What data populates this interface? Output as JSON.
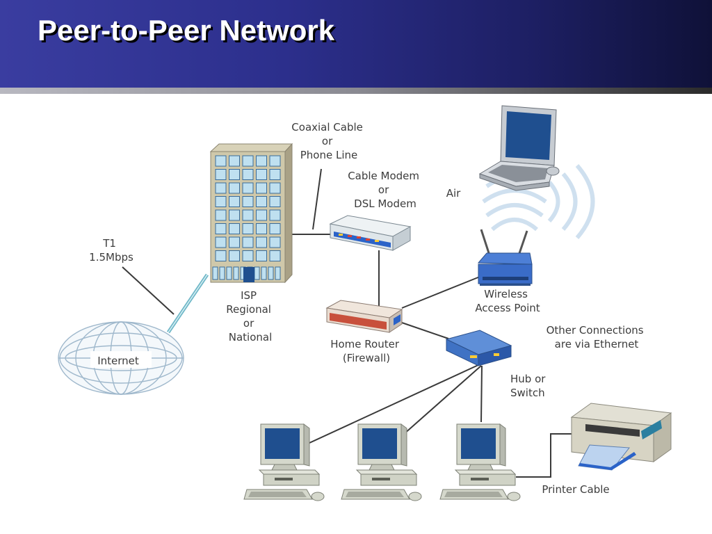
{
  "title": "Peer-to-Peer Network",
  "colors": {
    "header_start": "#3a3da0",
    "header_end": "#0f1138",
    "device_blue": "#2b63c8",
    "monitor_blue": "#1f4f8f",
    "router_red": "#c8503c"
  },
  "labels": {
    "coaxial": [
      "Coaxial Cable",
      "or",
      "Phone Line"
    ],
    "modem": [
      "Cable Modem",
      "or",
      "DSL Modem"
    ],
    "air": "Air",
    "t1": [
      "T1",
      "1.5Mbps"
    ],
    "isp": [
      "ISP",
      "Regional",
      "or",
      "National"
    ],
    "internet": "Internet",
    "wap": [
      "Wireless",
      "Access Point"
    ],
    "router": [
      "Home Router",
      "(Firewall)"
    ],
    "other": [
      "Other Connections",
      "are via Ethernet"
    ],
    "hub": [
      "Hub or",
      "Switch"
    ],
    "printer_cable": "Printer Cable"
  }
}
